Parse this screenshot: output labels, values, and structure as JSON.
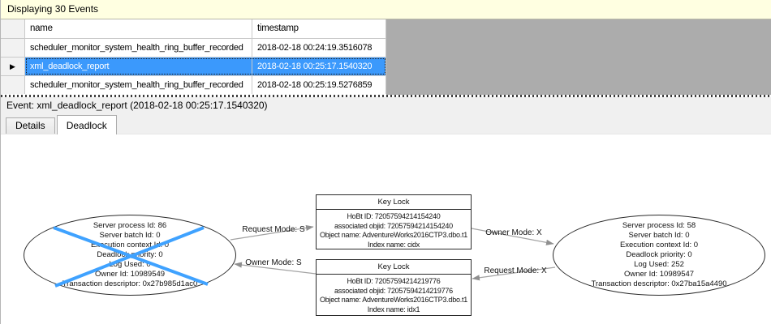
{
  "header": {
    "title": "Displaying 30 Events"
  },
  "grid": {
    "columns": [
      "name",
      "timestamp"
    ],
    "rows": [
      {
        "name": "scheduler_monitor_system_health_ring_buffer_recorded",
        "timestamp": "2018-02-18 00:24:19.3516078",
        "selected": false
      },
      {
        "name": "xml_deadlock_report",
        "timestamp": "2018-02-18 00:25:17.1540320",
        "selected": true
      },
      {
        "name": "scheduler_monitor_system_health_ring_buffer_recorded",
        "timestamp": "2018-02-18 00:25:19.5276859",
        "selected": false
      }
    ],
    "current_row_marker": "▶"
  },
  "event_bar": {
    "text": "Event: xml_deadlock_report (2018-02-18 00:25:17.1540320)"
  },
  "tabs": [
    {
      "label": "Details",
      "active": false
    },
    {
      "label": "Deadlock",
      "active": true
    }
  ],
  "graph": {
    "process_left": {
      "victim": true,
      "lines": [
        "Server process Id: 86",
        "Server batch Id: 0",
        "Execution context Id: 0",
        "Deadlock priority: 0",
        "Log Used: 0",
        "Owner Id: 10989549",
        "Transaction descriptor: 0x27b985d1ac0"
      ]
    },
    "process_right": {
      "victim": false,
      "lines": [
        "Server process Id: 58",
        "Server batch Id: 0",
        "Execution context Id: 0",
        "Deadlock priority: 0",
        "Log Used: 252",
        "Owner Id: 10989547",
        "Transaction descriptor: 0x27ba15a4490"
      ]
    },
    "resource_top": {
      "title": "Key Lock",
      "lines": [
        "HoBt ID: 72057594214154240",
        "associated objid: 72057594214154240",
        "Object name: AdventureWorks2016CTP3.dbo.t1",
        "Index name: cidx"
      ]
    },
    "resource_bottom": {
      "title": "Key Lock",
      "lines": [
        "HoBt ID: 72057594214219776",
        "associated objid: 72057594214219776",
        "Object name: AdventureWorks2016CTP3.dbo.t1",
        "Index name: idx1"
      ]
    },
    "edges": {
      "request_top": "Request Mode: S",
      "owner_top": "Owner Mode: X",
      "owner_bottom": "Owner Mode: S",
      "request_bottom": "Request Mode: X"
    },
    "colors": {
      "victim_cross": "#3FA2FF",
      "selection_blue": "#3B99FC",
      "arrow_gray": "#A0A0A0",
      "count_bar_yellow": "#FFFFE1",
      "grid_filler_gray": "#ACACAC"
    }
  }
}
